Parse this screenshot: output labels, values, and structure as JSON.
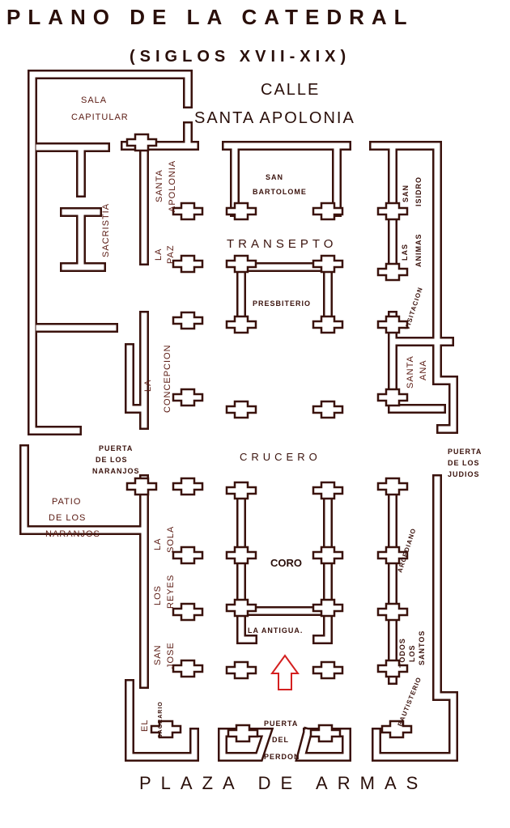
{
  "title": "PLANO DE LA CATEDRAL",
  "subtitle": "(SIGLOS XVII-XIX)",
  "street": {
    "line1": "CALLE",
    "line2": "SANTA APOLONIA"
  },
  "bottom_street": "PLAZA DE ARMAS",
  "areas": {
    "sala_capitular": [
      "SALA",
      "CAPITULAR"
    ],
    "sacristia": "SACRISTIA",
    "santa_apolonia": [
      "SANTA",
      "APOLONIA"
    ],
    "la_paz": [
      "LA",
      "PAZ"
    ],
    "la_concepcion": [
      "LA",
      "CONCEPCION"
    ],
    "san_bartolome": [
      "SAN",
      "BARTOLOME"
    ],
    "transepto": "TRANSEPTO",
    "presbiterio": "PRESBITERIO",
    "san_isidro": [
      "SAN",
      "ISIDRO"
    ],
    "las_animas": [
      "LAS",
      "ANIMAS"
    ],
    "visitacion": "VISITACION",
    "santa_ana": [
      "SANTA",
      "ANA"
    ],
    "crucero": "CRUCERO",
    "puerta_naranjos": [
      "PUERTA",
      "DE LOS",
      "NARANJOS"
    ],
    "patio_naranjos": [
      "PATIO",
      "DE LOS",
      "NARANJOS"
    ],
    "puerta_judios": [
      "PUERTA",
      "DE LOS",
      "JUDIOS"
    ],
    "coro": "CORO",
    "la_antigua": "LA ANTIGUA.",
    "la_sola": [
      "LA",
      "SOLA"
    ],
    "los_reyes": [
      "LOS",
      "REYES"
    ],
    "san_jose": [
      "SAN",
      "JOSE"
    ],
    "el_sagrario": [
      "EL",
      "SAGRARIO"
    ],
    "arcediano": "ARCEDIANO",
    "todos_los_santos": [
      "TODOS",
      "LOS",
      "SANTOS"
    ],
    "bautisterio": "BAUTISTERIO",
    "puerta_perdon": [
      "PUERTA",
      "DEL",
      "PERDON"
    ]
  },
  "colors": {
    "ink": "#3a120c",
    "label": "#5a1a12",
    "arrow": "#d42020"
  },
  "entrance_arrow": "arrow-up-icon"
}
